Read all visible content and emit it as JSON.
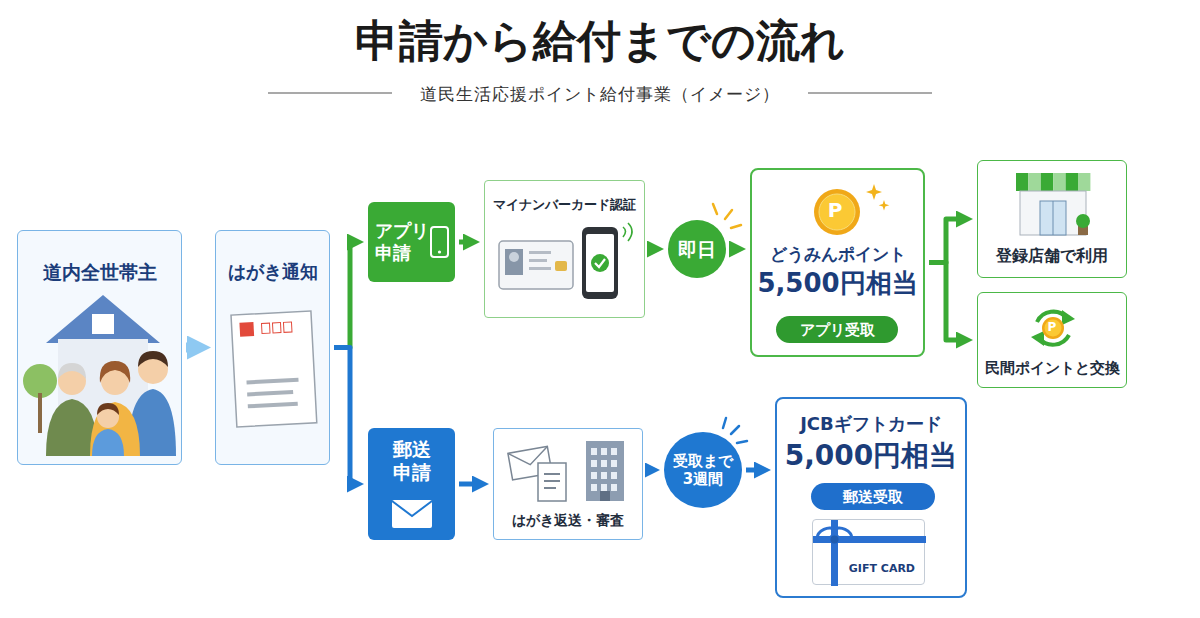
{
  "diagram": {
    "title": "申請から給付までの流れ",
    "caption": "道民生活応援ポイント給付事業（イメージ）",
    "nodes": [
      {
        "text": [
          "道内全世帯主"
        ]
      },
      {
        "text": [
          "はがき通知"
        ]
      },
      {
        "text": [
          "アプリ 申請"
        ]
      },
      {
        "text": [
          "マイナンバーカード認証"
        ]
      },
      {
        "text": [
          "即日"
        ]
      },
      {
        "text": [
          "どうみんポイント",
          "5,500円相当"
        ]
      },
      {
        "text": [
          "アプリ受取"
        ],
        "in": 5
      },
      {
        "text": [
          "登録店舗で利用"
        ]
      },
      {
        "text": [
          "民間ポイントと交換"
        ]
      },
      {
        "text": [
          "郵送 申請"
        ]
      },
      {
        "text": [
          "はがき返送・審査"
        ]
      },
      {
        "text": [
          "受取まで 3週間"
        ]
      },
      {
        "text": [
          "JCBギフトカード",
          "5,000円相当"
        ]
      },
      {
        "text": [
          "郵送受取"
        ],
        "in": 12
      },
      {
        "text": [
          "GIFT CARD"
        ],
        "in": 12
      }
    ],
    "edges": [
      {
        "from": 0,
        "to": 1,
        "arrow": "to"
      },
      {
        "from": 1,
        "to": 2,
        "arrow": "to"
      },
      {
        "from": 1,
        "to": 9,
        "arrow": "to"
      },
      {
        "from": 2,
        "to": 3,
        "arrow": "to"
      },
      {
        "from": 3,
        "to": 4,
        "arrow": "to"
      },
      {
        "from": 4,
        "to": 5,
        "arrow": "to"
      },
      {
        "from": 5,
        "to": 7,
        "arrow": "to"
      },
      {
        "from": 5,
        "to": 8,
        "arrow": "to"
      },
      {
        "from": 9,
        "to": 10,
        "arrow": "to"
      },
      {
        "from": 10,
        "to": 11,
        "arrow": "to"
      },
      {
        "from": 11,
        "to": 12,
        "arrow": "to"
      }
    ],
    "labels": [
      "P",
      "P"
    ]
  }
}
